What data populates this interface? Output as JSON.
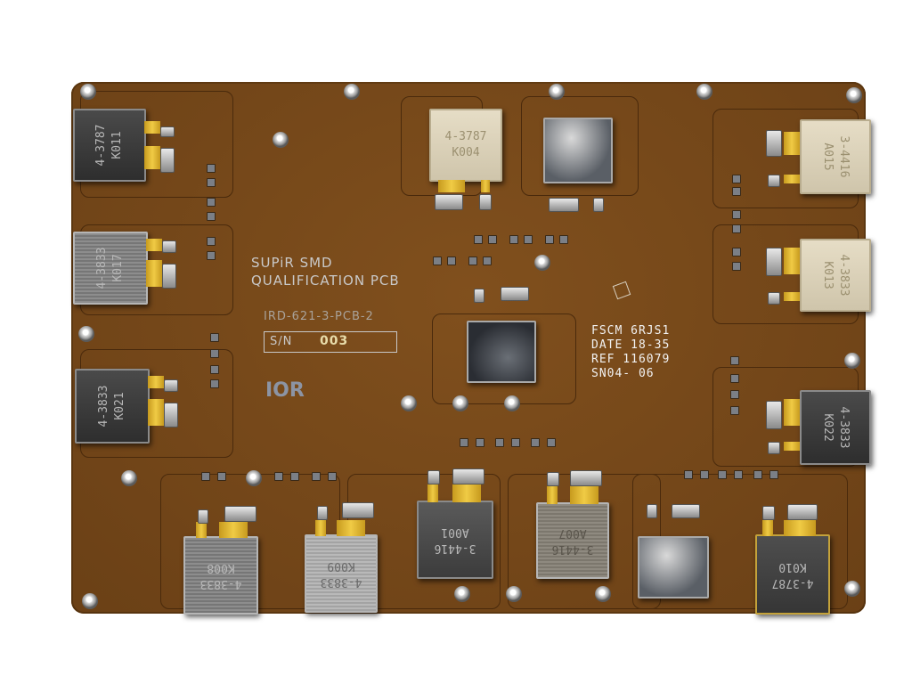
{
  "board": {
    "silkscreen": {
      "title_line1": "SUPiR SMD",
      "title_line2": "QUALIFICATION PCB",
      "part_number": "IRD-621-3-PCB-2",
      "sn_label": "S/N",
      "sn_value": "003",
      "logo": "IOR",
      "fscm": "FSCM 6RJS1",
      "date": "DATE 18-35",
      "ref": "REF 116079",
      "sn_code": "SN04- 06"
    },
    "components": {
      "left_top": {
        "line1": "4-3787",
        "line2": "K011"
      },
      "left_mid": {
        "line1": "4-3833",
        "line2": "K017"
      },
      "left_bottom": {
        "line1": "4-3833",
        "line2": "K021"
      },
      "top_center": {
        "line1": "4-3787",
        "line2": "K004"
      },
      "right_top": {
        "line1": "3-4416",
        "line2": "A015"
      },
      "right_mid": {
        "line1": "4-3833",
        "line2": "K013"
      },
      "right_bottom": {
        "line1": "4-3833",
        "line2": "K022"
      },
      "bottom_1": {
        "line1": "4-3833",
        "line2": "K008"
      },
      "bottom_2": {
        "line1": "4-3833",
        "line2": "K009"
      },
      "bottom_3": {
        "line1": "3-4416",
        "line2": "A001"
      },
      "bottom_4": {
        "line1": "3-4416",
        "line2": "A007"
      },
      "bottom_6": {
        "line1": "4-3787",
        "line2": "K010"
      }
    },
    "colors": {
      "substrate": "#7a4a1a",
      "gold_tab": "#e6bf3a",
      "silkscreen": "#d0d0d0"
    }
  }
}
